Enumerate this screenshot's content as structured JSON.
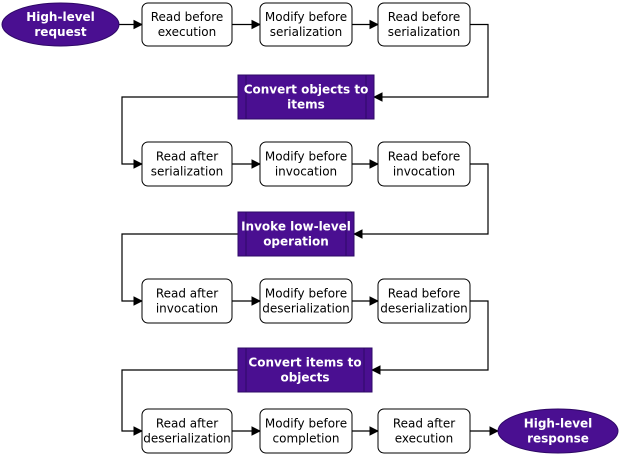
{
  "colors": {
    "accent": "#4a0f91",
    "accent_dark": "#2e0866",
    "box_border": "#000000",
    "box_fill": "#ffffff",
    "connector": "#000000",
    "text": "#000000",
    "text_on_accent": "#ffffff"
  },
  "nodes": {
    "start": {
      "lines": [
        "High-level",
        "request"
      ],
      "shape": "ellipse"
    },
    "r1_read_before_execution": {
      "lines": [
        "Read before",
        "execution"
      ],
      "shape": "rounded-rect"
    },
    "r1_modify_before_serialization": {
      "lines": [
        "Modify before",
        "serialization"
      ],
      "shape": "rounded-rect"
    },
    "r1_read_before_serialization": {
      "lines": [
        "Read before",
        "serialization"
      ],
      "shape": "rounded-rect"
    },
    "convert_objects_to_items": {
      "lines": [
        "Convert objects to",
        "items"
      ],
      "shape": "process"
    },
    "r2_read_after_serialization": {
      "lines": [
        "Read after",
        "serialization"
      ],
      "shape": "rounded-rect"
    },
    "r2_modify_before_invocation": {
      "lines": [
        "Modify before",
        "invocation"
      ],
      "shape": "rounded-rect"
    },
    "r2_read_before_invocation": {
      "lines": [
        "Read before",
        "invocation"
      ],
      "shape": "rounded-rect"
    },
    "invoke_low_level_operation": {
      "lines": [
        "Invoke low-level",
        "operation"
      ],
      "shape": "process"
    },
    "r3_read_after_invocation": {
      "lines": [
        "Read after",
        "invocation"
      ],
      "shape": "rounded-rect"
    },
    "r3_modify_before_deserialization": {
      "lines": [
        "Modify before",
        "deserialization"
      ],
      "shape": "rounded-rect"
    },
    "r3_read_before_deserialization": {
      "lines": [
        "Read before",
        "deserialization"
      ],
      "shape": "rounded-rect"
    },
    "convert_items_to_objects": {
      "lines": [
        "Convert items to",
        "objects"
      ],
      "shape": "process"
    },
    "r4_read_after_deserialization": {
      "lines": [
        "Read after",
        "deserialization"
      ],
      "shape": "rounded-rect"
    },
    "r4_modify_before_completion": {
      "lines": [
        "Modify before",
        "completion"
      ],
      "shape": "rounded-rect"
    },
    "r4_read_after_execution": {
      "lines": [
        "Read after",
        "execution"
      ],
      "shape": "rounded-rect"
    },
    "end": {
      "lines": [
        "High-level",
        "response"
      ],
      "shape": "ellipse"
    }
  },
  "edges": [
    [
      "start",
      "r1_read_before_execution"
    ],
    [
      "r1_read_before_execution",
      "r1_modify_before_serialization"
    ],
    [
      "r1_modify_before_serialization",
      "r1_read_before_serialization"
    ],
    [
      "r1_read_before_serialization",
      "convert_objects_to_items"
    ],
    [
      "convert_objects_to_items",
      "r2_read_after_serialization"
    ],
    [
      "r2_read_after_serialization",
      "r2_modify_before_invocation"
    ],
    [
      "r2_modify_before_invocation",
      "r2_read_before_invocation"
    ],
    [
      "r2_read_before_invocation",
      "invoke_low_level_operation"
    ],
    [
      "invoke_low_level_operation",
      "r3_read_after_invocation"
    ],
    [
      "r3_read_after_invocation",
      "r3_modify_before_deserialization"
    ],
    [
      "r3_modify_before_deserialization",
      "r3_read_before_deserialization"
    ],
    [
      "r3_read_before_deserialization",
      "convert_items_to_objects"
    ],
    [
      "convert_items_to_objects",
      "r4_read_after_deserialization"
    ],
    [
      "r4_read_after_deserialization",
      "r4_modify_before_completion"
    ],
    [
      "r4_modify_before_completion",
      "r4_read_after_execution"
    ],
    [
      "r4_read_after_execution",
      "end"
    ]
  ]
}
